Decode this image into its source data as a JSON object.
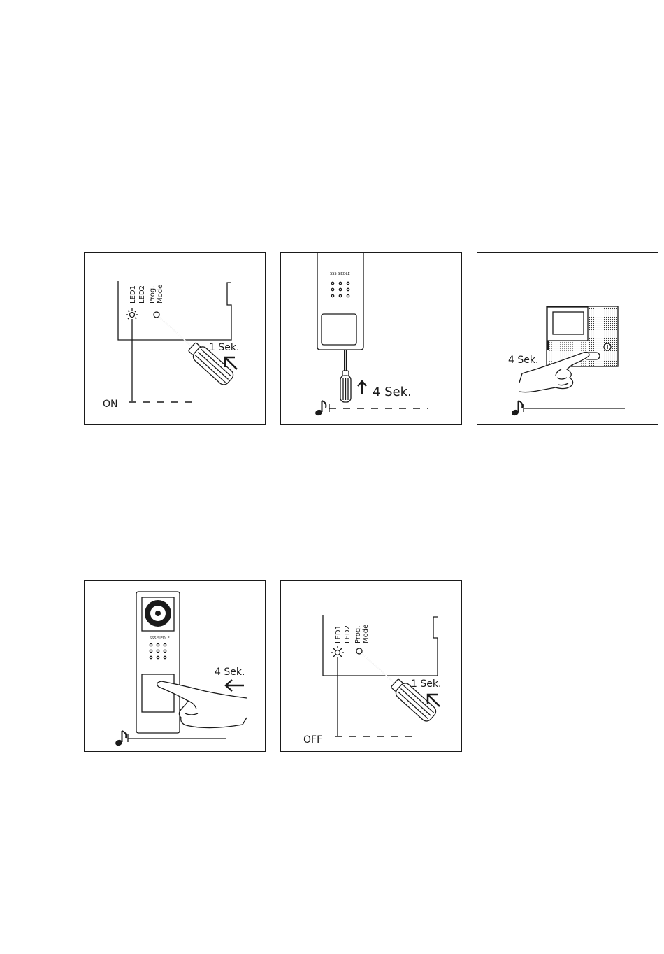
{
  "panels": [
    {
      "led1": "LED1",
      "led2": "LED2",
      "prog": "Prog.",
      "mode": "Mode",
      "duration": "1 Sek.",
      "state": "ON"
    },
    {
      "brand": "SSS SIEDLE",
      "duration": "4 Sek."
    },
    {
      "duration": "4 Sek."
    },
    {
      "brand": "SSS SIEDLE",
      "duration": "4 Sek."
    },
    {
      "led1": "LED1",
      "led2": "LED2",
      "prog": "Prog.",
      "mode": "Mode",
      "duration": "1 Sek.",
      "state": "OFF"
    }
  ],
  "icons": {
    "note": "music-note-icon",
    "arrow_up": "arrow-up-icon",
    "arrow_upleft": "arrow-upleft-icon",
    "arrow_left": "arrow-left-icon"
  }
}
